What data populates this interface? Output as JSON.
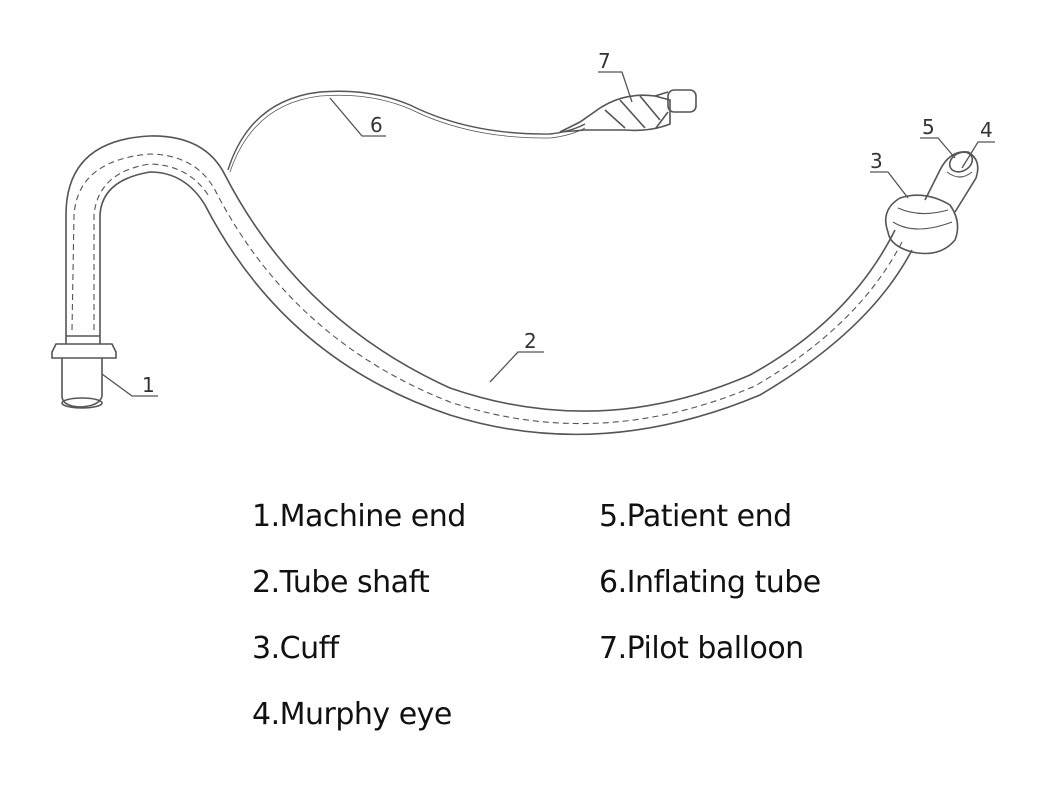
{
  "callouts": [
    "1",
    "2",
    "3",
    "4",
    "5",
    "6",
    "7"
  ],
  "legend": {
    "left": [
      "1.Machine end",
      "2.Tube shaft",
      "3.Cuff",
      "4.Murphy eye"
    ],
    "right": [
      "5.Patient end",
      "6.Inflating tube",
      "7.Pilot balloon"
    ]
  },
  "colors": {
    "line": "#555555",
    "text": "#111111"
  }
}
